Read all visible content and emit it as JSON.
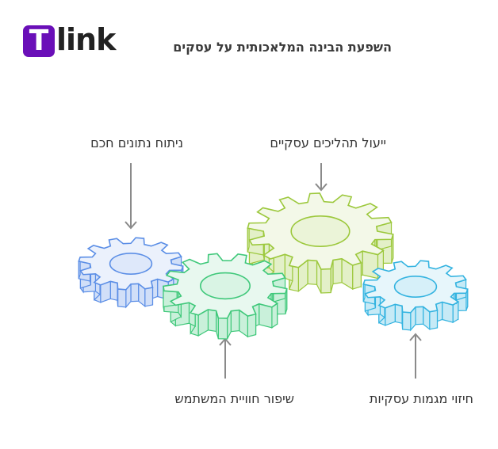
{
  "logo": {
    "letter": "T",
    "text": "link"
  },
  "title": "השפעת הבינה המלאכותית על עסקים",
  "labels": {
    "data_analysis": "ניתוח נתונים חכם",
    "process_optimization": "ייעול תהליכים עסקיים",
    "user_experience": "שיפור חוויית המשתמש",
    "business_initiatives": "חיזוי מגמות עסקיות"
  },
  "colors": {
    "blue_gear": "#5b8ee6",
    "green_gear": "#3fc87a",
    "lime_gear": "#9cc83c",
    "cyan_gear": "#33b3e0",
    "arrow": "#8a8a8a",
    "logo_bg": "#6a0fb8"
  }
}
